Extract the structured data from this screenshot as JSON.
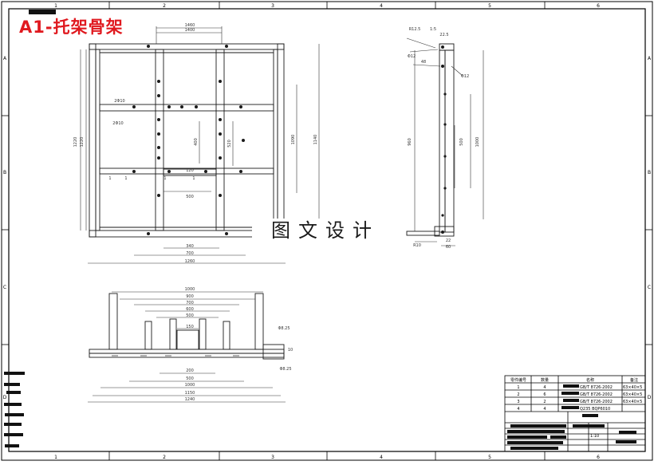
{
  "drawing": {
    "title": "A1-托架骨架",
    "watermark": "图文设计"
  },
  "frame": {
    "col_labels": [
      "1",
      "2",
      "3",
      "4",
      "5",
      "6"
    ],
    "row_labels": [
      "A",
      "B",
      "C",
      "D"
    ]
  },
  "front_view": {
    "dims_top": [
      "1460",
      "1400"
    ],
    "dims_left": [
      "1220",
      "1220"
    ],
    "dims_inner": [
      "520",
      "400",
      "120"
    ],
    "dims_right": [
      "1090",
      "1140"
    ],
    "dims_bottom": [
      "340",
      "700",
      "1260"
    ],
    "callouts": [
      "2Φ10",
      "2Φ10"
    ],
    "bolt_label": "500",
    "section_marks": [
      "1",
      "1",
      "1",
      "1"
    ]
  },
  "side_view": {
    "dims": [
      "R12.5",
      "1:5",
      "22.5",
      "Φ12",
      "48",
      "Φ12",
      "960",
      "500",
      "1000",
      "R10",
      "22",
      "60"
    ]
  },
  "bottom_view": {
    "dims_top": [
      "1000",
      "900",
      "700",
      "600",
      "500",
      "150"
    ],
    "dims_bottom": [
      "200",
      "500",
      "1000",
      "1150",
      "1240"
    ],
    "callouts": [
      "Φ8.25",
      "Φ8.25",
      "10"
    ]
  },
  "bom": {
    "headers": [
      "零件编号",
      "数量",
      "名称",
      "备注"
    ],
    "rows": [
      {
        "no": "1",
        "qty": "4",
        "spec": "GB/T 8726-2002",
        "note": "63×40×5"
      },
      {
        "no": "2",
        "qty": "6",
        "spec": "GB/T 8726-2002",
        "note": "63×40×5"
      },
      {
        "no": "3",
        "qty": "2",
        "spec": "GB/T 8726-2002",
        "note": "63×40×5"
      },
      {
        "no": "4",
        "qty": "4",
        "spec": "Q235 BQP6010",
        "note": ""
      }
    ],
    "scale_text": "1:10"
  },
  "colors": {
    "line": "#1a1a1a",
    "title": "#e0191f",
    "dim": "#333333",
    "redacted": "#111111"
  }
}
